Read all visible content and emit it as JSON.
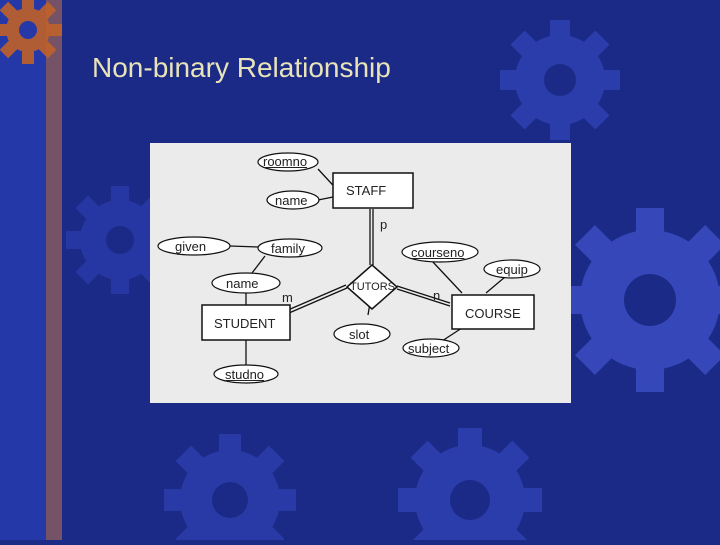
{
  "slide": {
    "title": "Non-binary Relationship"
  },
  "diagram": {
    "entities": {
      "staff": "STAFF",
      "student": "STUDENT",
      "course": "COURSE"
    },
    "relationship": "TUTORS",
    "relationship_visible": "TUTORS",
    "attributes": {
      "roomno": "roomno",
      "staff_name": "name",
      "given": "given",
      "family": "family",
      "student_name": "name",
      "studno": "studno",
      "courseno": "courseno",
      "equip": "equip",
      "slot": "slot",
      "subject": "subject"
    },
    "cardinalities": {
      "staff": "p",
      "student": "m",
      "course": "n"
    }
  },
  "colors": {
    "background": "#1b2a86",
    "title": "#e8e4b8",
    "panel": "#ebebeb",
    "gear": "#3a4dc2",
    "gear_accent": "#c0622a"
  }
}
